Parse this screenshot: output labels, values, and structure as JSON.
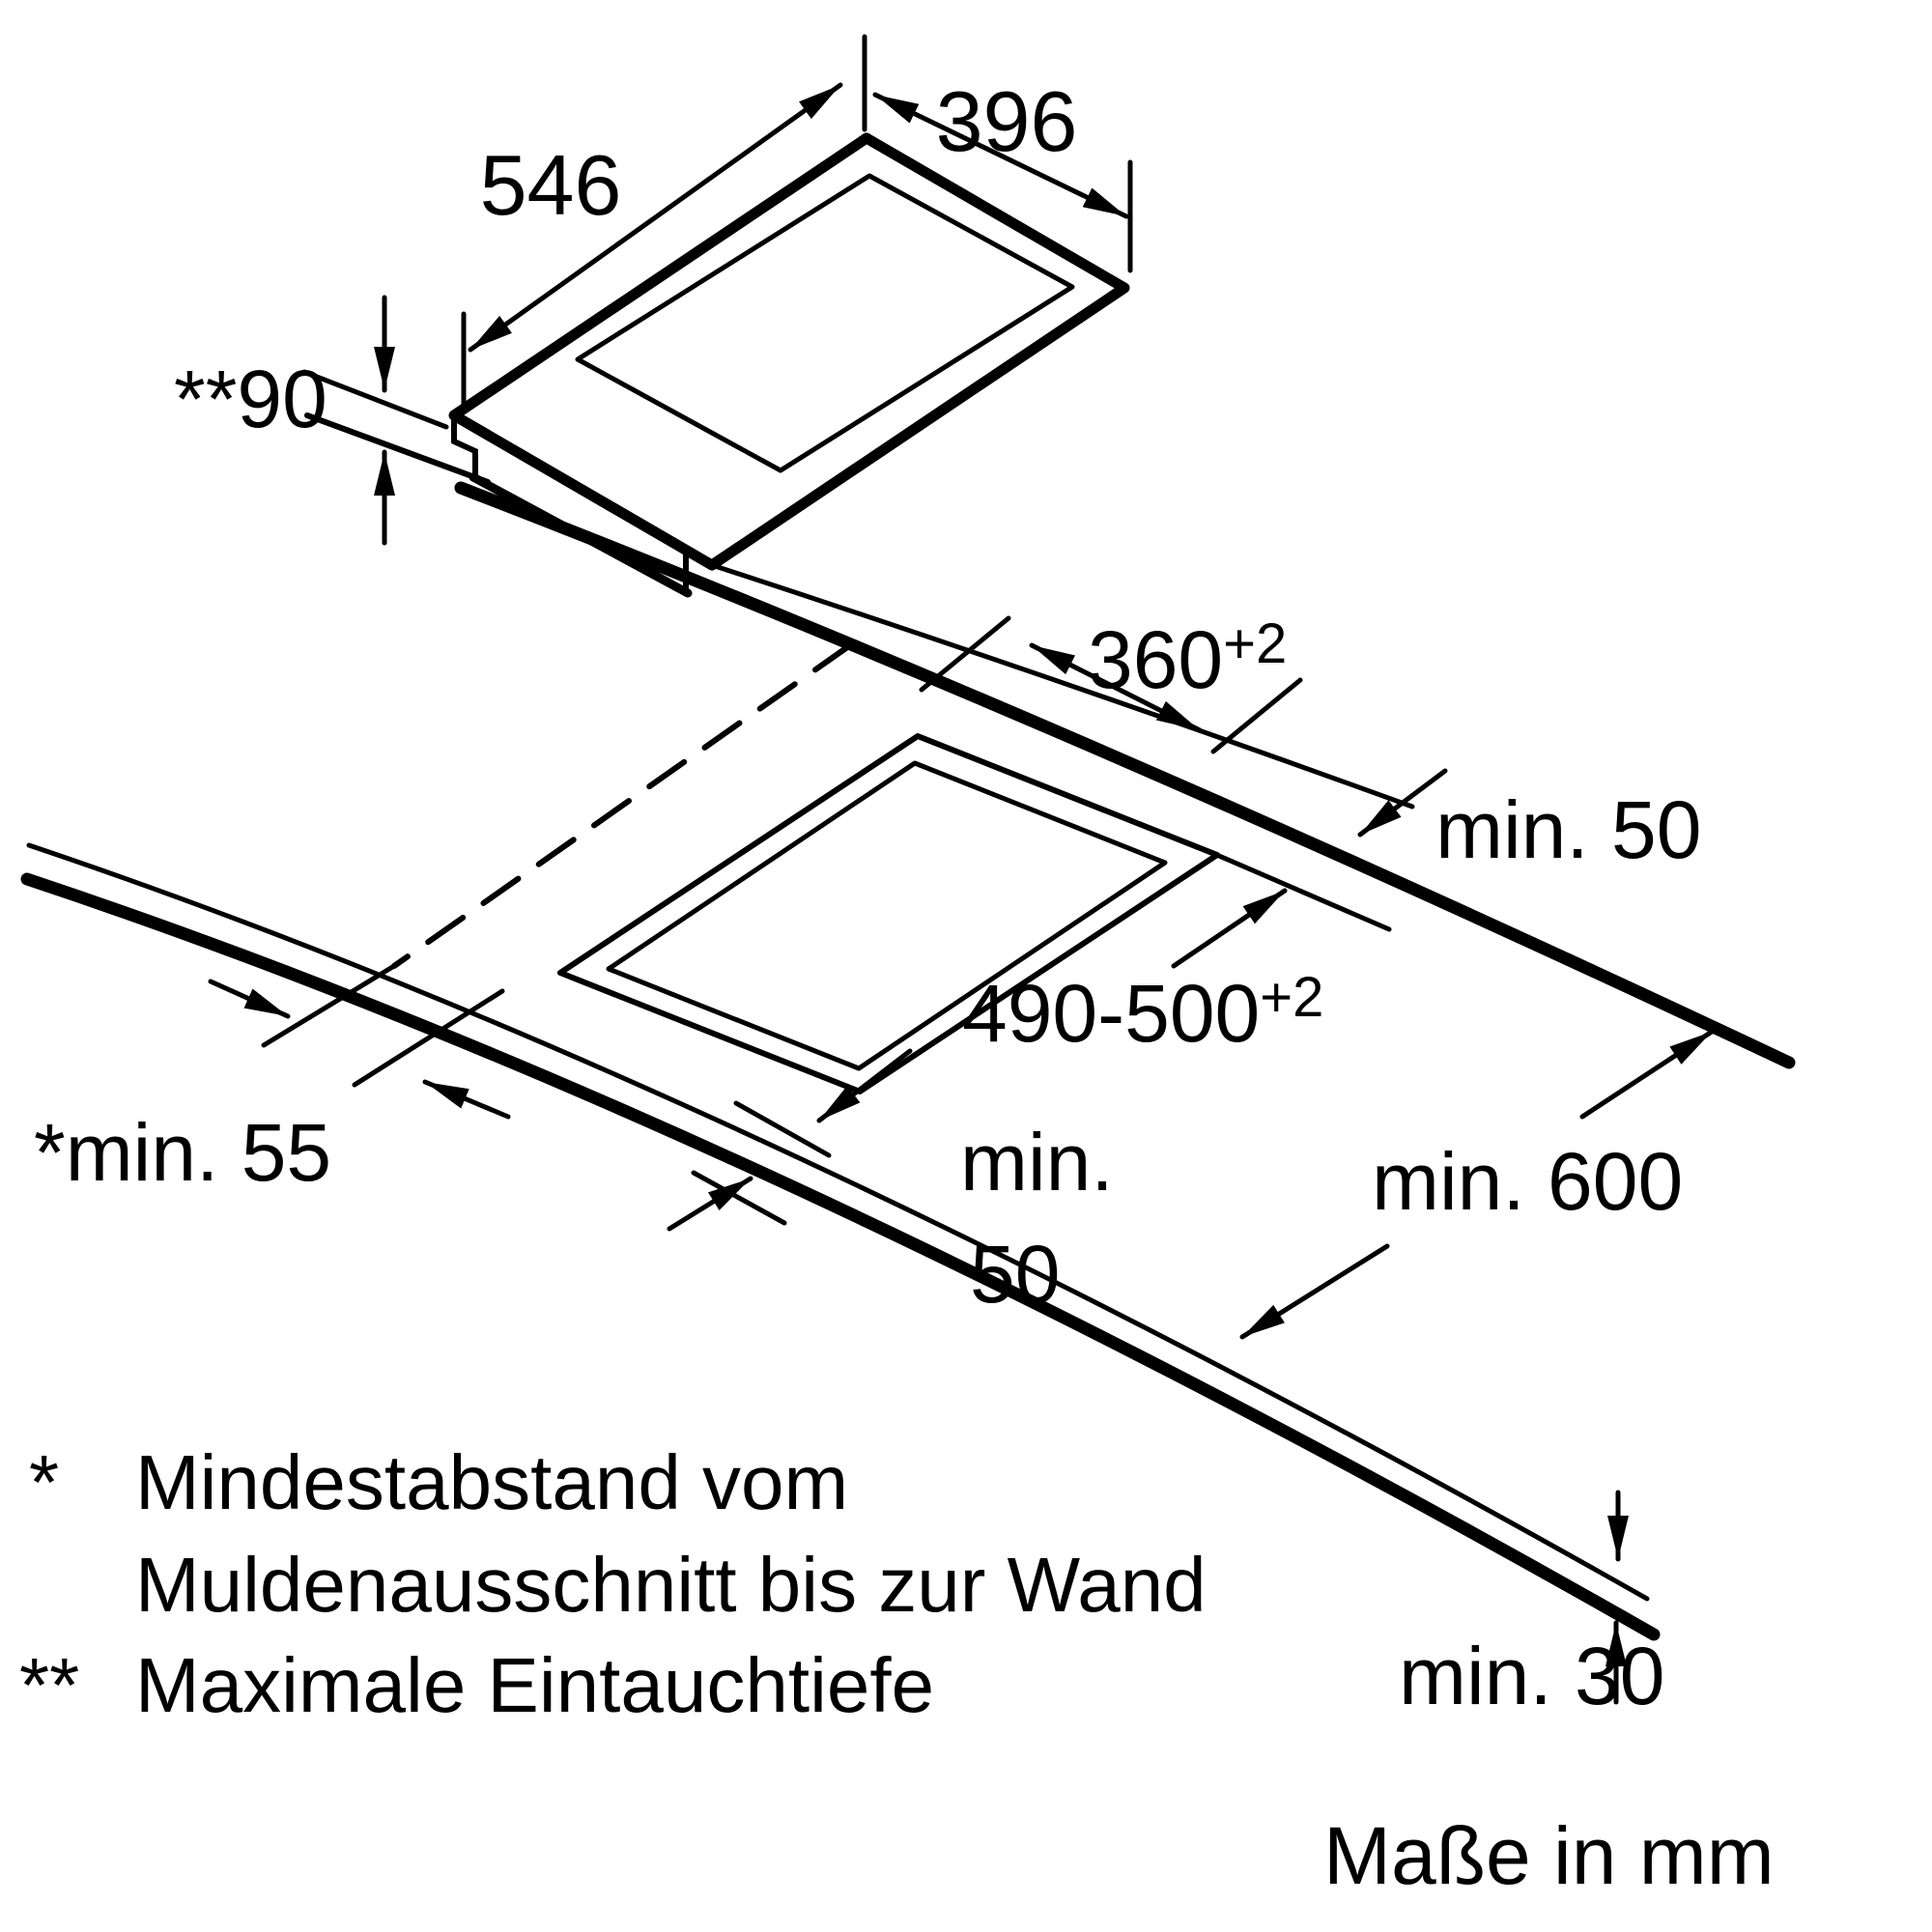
{
  "diagram": {
    "type": "installation-dimension-drawing",
    "units_note": "Maße in mm",
    "colors": {
      "line": "#000000",
      "background": "#ffffff"
    },
    "appliance": {
      "width_label": "396",
      "depth_label": "546",
      "immersion_depth_label": "**90"
    },
    "cutout": {
      "width_label": "360",
      "width_tolerance": "+2",
      "depth_label": "490-500",
      "depth_tolerance": "+2"
    },
    "clearances": {
      "rear_gap": "min. 50",
      "front_gap_line1": "min.",
      "front_gap_line2": "50",
      "wall_gap": "*min. 55",
      "worktop_depth": "min. 600",
      "front_edge": "min. 30"
    },
    "footnotes": {
      "marker1": "*",
      "note1_line1": "Mindestabstand vom",
      "note1_line2": "Muldenausschnitt bis zur Wand",
      "marker2": "**",
      "note2": "Maximale Eintauchtiefe"
    }
  }
}
